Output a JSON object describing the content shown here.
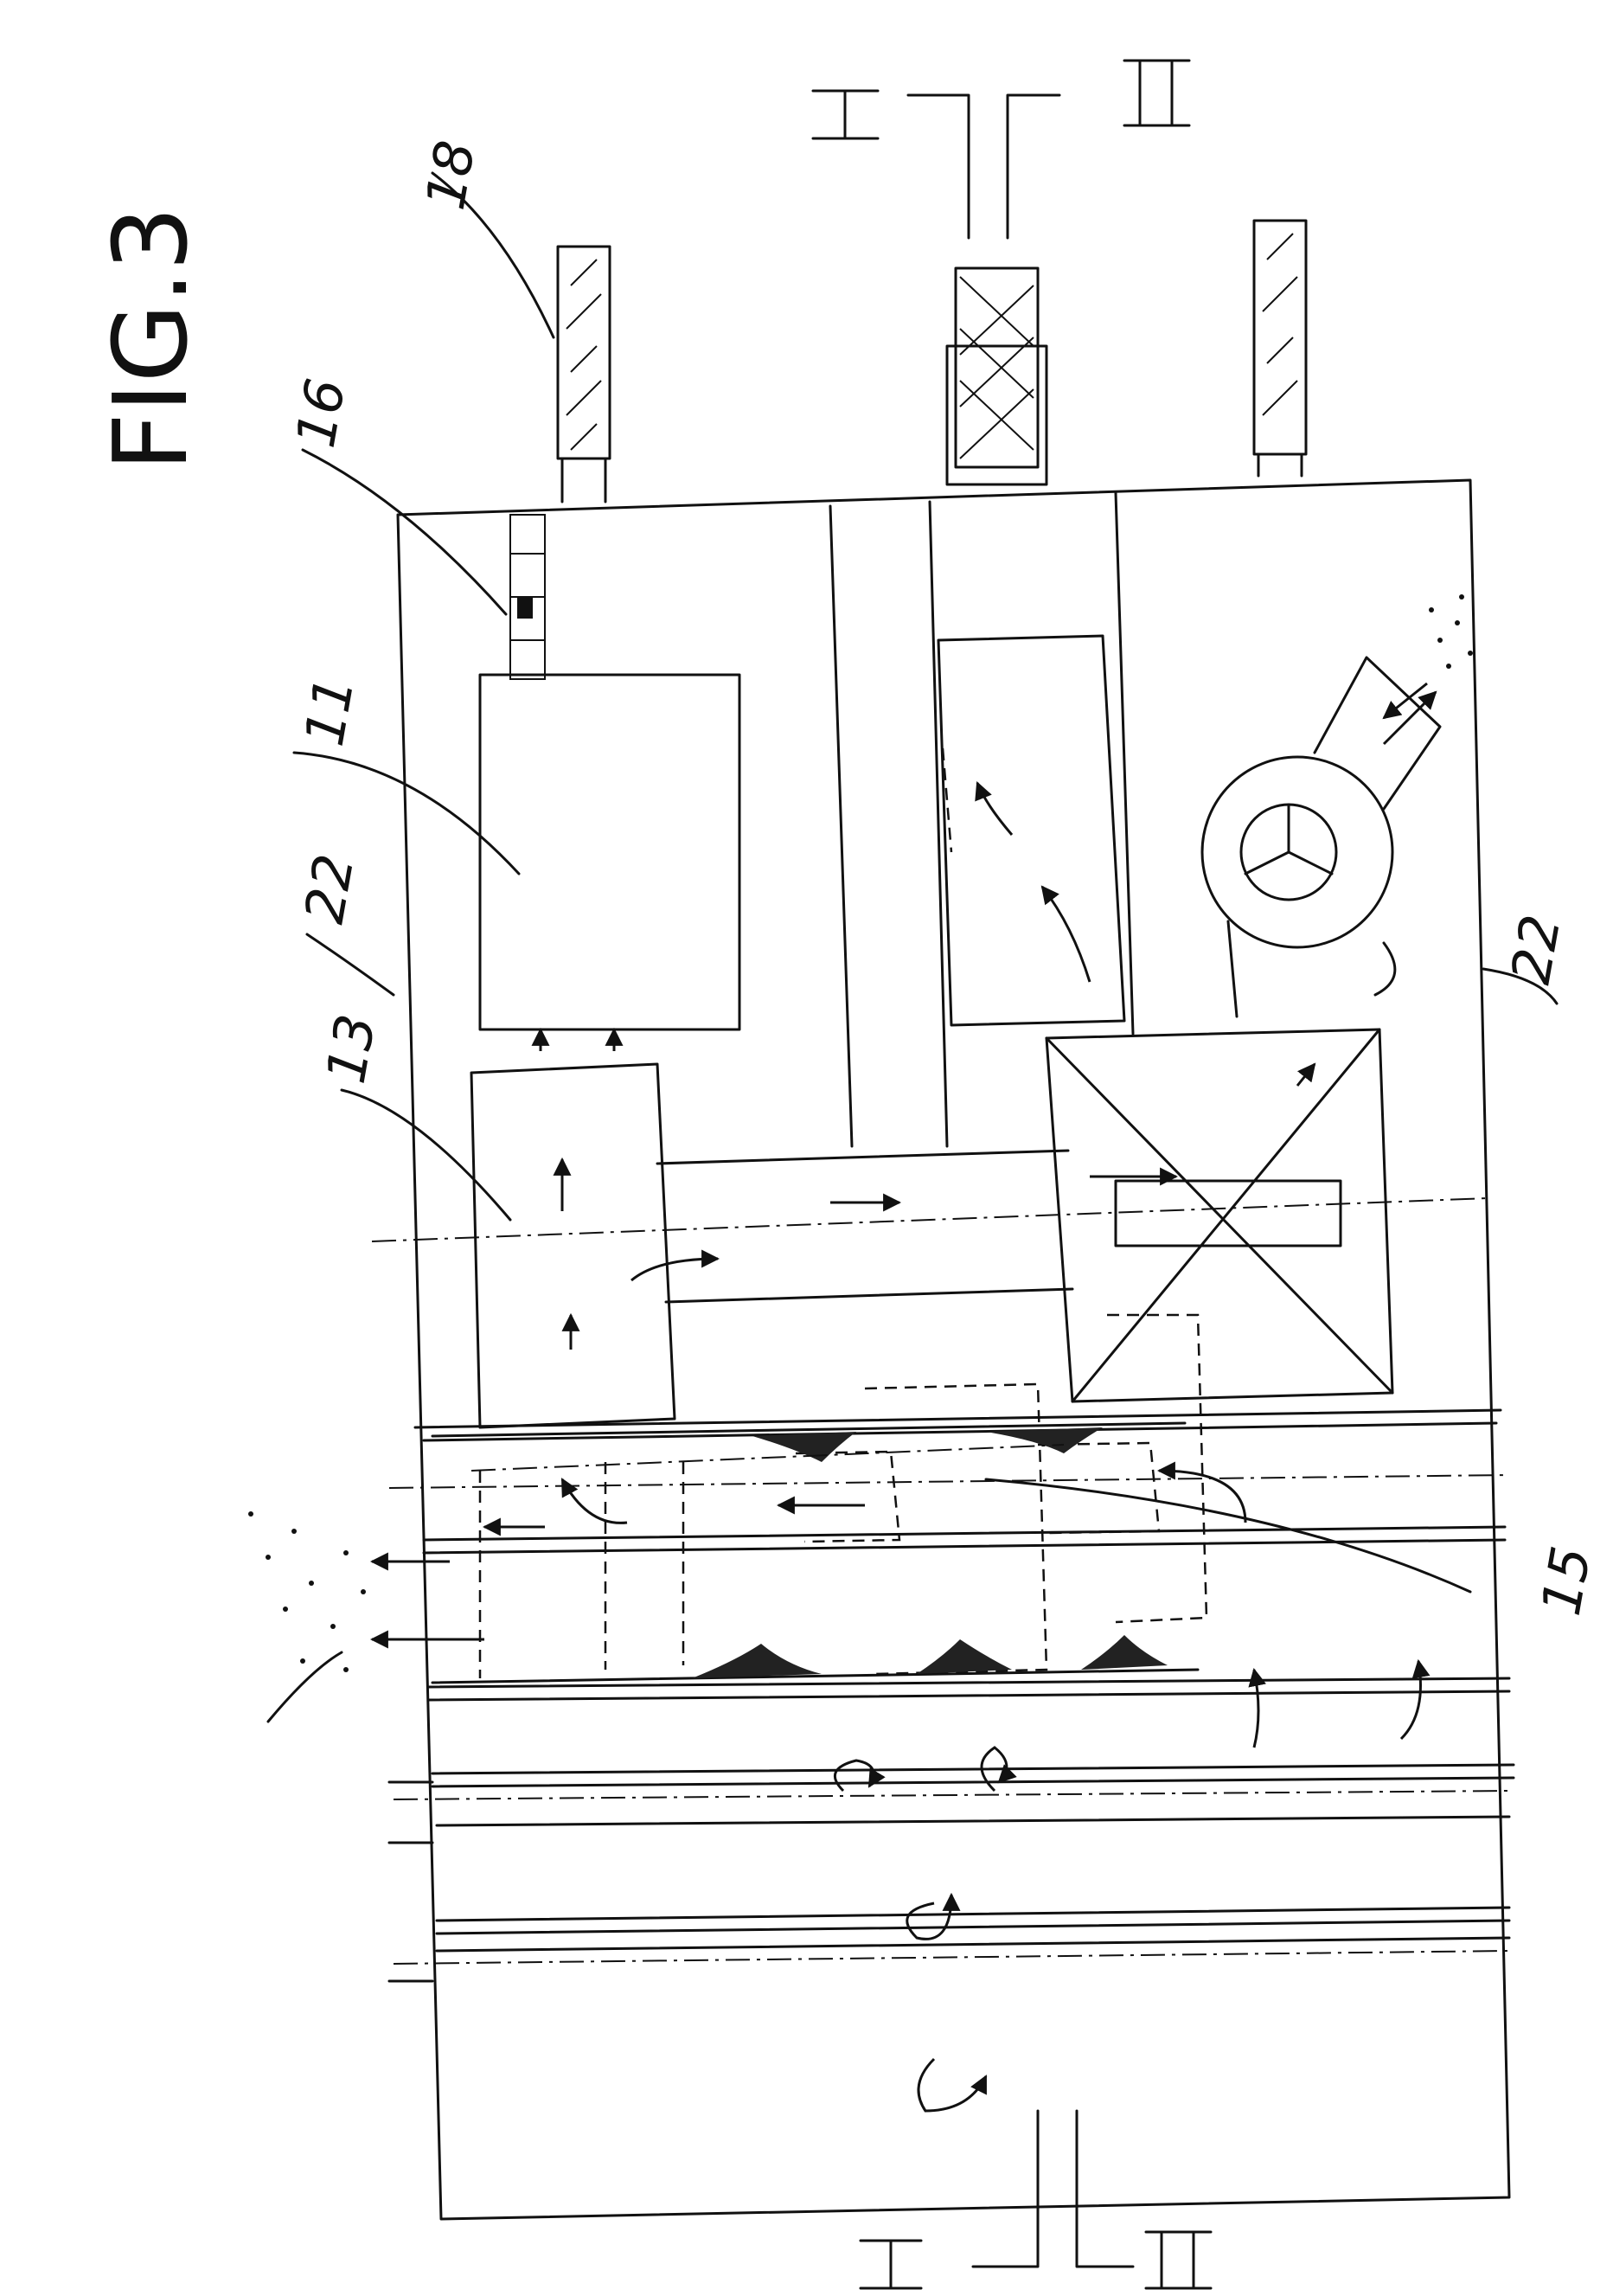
{
  "figure": {
    "title": "FIG.3",
    "section_marks": {
      "top_left": "I",
      "top_right": "II",
      "bottom_left": "I",
      "bottom_right": "II"
    },
    "reference_labels": [
      {
        "id": "ref-18",
        "text": "18"
      },
      {
        "id": "ref-16",
        "text": "16"
      },
      {
        "id": "ref-11",
        "text": "11"
      },
      {
        "id": "ref-22-top",
        "text": "22"
      },
      {
        "id": "ref-13",
        "text": "13"
      },
      {
        "id": "ref-22-bottom",
        "text": "22"
      },
      {
        "id": "ref-15",
        "text": "15"
      }
    ]
  }
}
